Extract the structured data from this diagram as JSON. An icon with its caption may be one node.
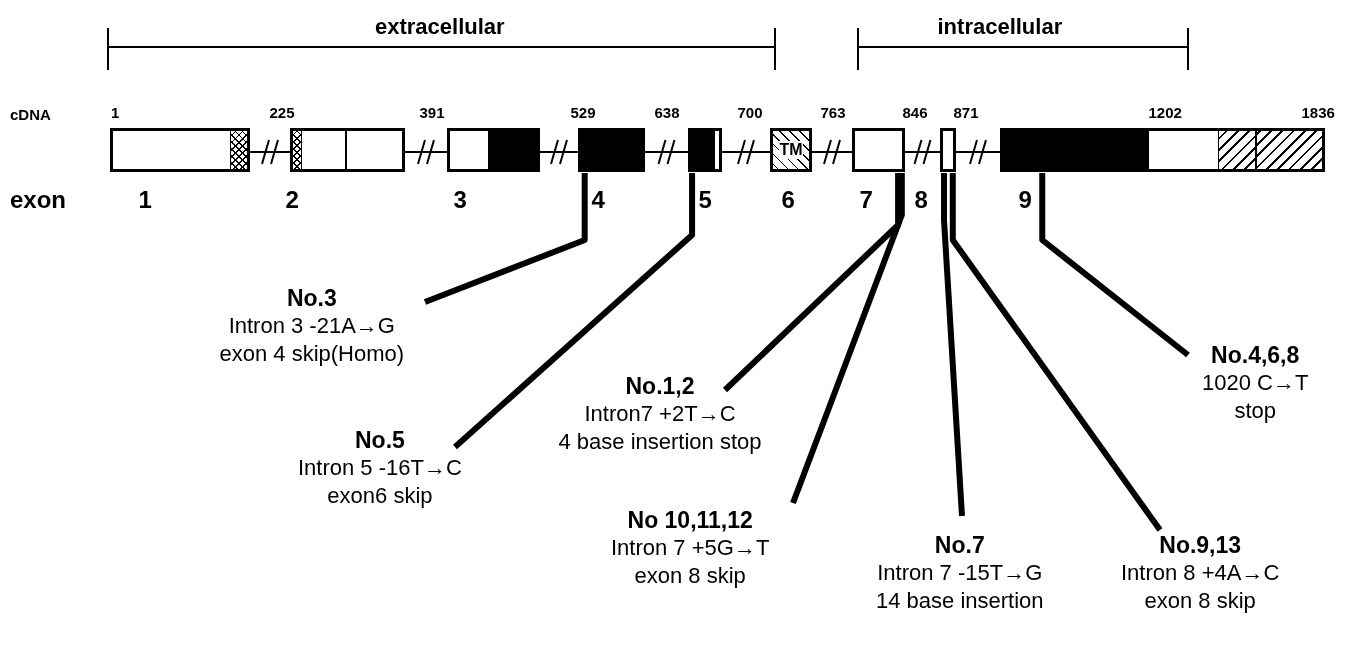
{
  "diagram": {
    "nodes": [
      {
        "text": [],
        "shape": "box",
        "beside": [
          "1"
        ]
      },
      {
        "text": [],
        "shape": "box",
        "beside": [
          "2"
        ]
      },
      {
        "text": [],
        "shape": "box",
        "beside": [
          "3"
        ]
      },
      {
        "text": [],
        "shape": "box",
        "beside": [
          "4"
        ]
      },
      {
        "text": [],
        "shape": "box",
        "beside": [
          "5"
        ]
      },
      {
        "text": [
          "TM"
        ],
        "beside": [
          "6"
        ]
      },
      {
        "text": [],
        "shape": "box",
        "beside": [
          "7"
        ]
      },
      {
        "text": [],
        "shape": "box",
        "beside": [
          "8"
        ]
      },
      {
        "text": [],
        "shape": "box",
        "beside": [
          "9"
        ]
      },
      {
        "text": [
          "No.3",
          "Intron 3 -21A→G",
          "exon 4 skip(Homo)"
        ]
      },
      {
        "text": [
          "No.5",
          "Intron 5 -16T→C",
          "exon6 skip"
        ]
      },
      {
        "text": [
          "No.1,2",
          "Intron7 +2T→C",
          "4 base insertion stop"
        ]
      },
      {
        "text": [
          "No 10,11,12",
          "Intron 7 +5G→T",
          "exon 8 skip"
        ]
      },
      {
        "text": [
          "No.7",
          "Intron 7 -15T→G",
          "14 base insertion"
        ]
      },
      {
        "text": [
          "No.9,13",
          "Intron 8 +4A→C",
          "exon 8 skip"
        ]
      },
      {
        "text": [
          "No.4,6,8",
          "1020 C→T",
          "stop"
        ]
      }
    ],
    "edges": [
      {
        "from": 9,
        "to": 3,
        "arrow": "none",
        "style": "thick"
      },
      {
        "from": 10,
        "to": 4,
        "arrow": "none",
        "style": "thick"
      },
      {
        "from": 11,
        "to": 6,
        "arrow": "none",
        "style": "thick"
      },
      {
        "from": 12,
        "to": 6,
        "arrow": "none",
        "style": "thick"
      },
      {
        "from": 13,
        "to": 7,
        "arrow": "none",
        "style": "thick"
      },
      {
        "from": 14,
        "to": 7,
        "arrow": "none",
        "style": "thick"
      },
      {
        "from": 15,
        "to": 8,
        "arrow": "none",
        "style": "thick"
      },
      {
        "from": 0,
        "to": 1,
        "arrow": "none"
      },
      {
        "from": 1,
        "to": 2,
        "arrow": "none"
      },
      {
        "from": 2,
        "to": 3,
        "arrow": "none"
      },
      {
        "from": 3,
        "to": 4,
        "arrow": "none"
      },
      {
        "from": 4,
        "to": 5,
        "arrow": "none"
      },
      {
        "from": 5,
        "to": 6,
        "arrow": "none"
      },
      {
        "from": 6,
        "to": 7,
        "arrow": "none"
      },
      {
        "from": 7,
        "to": 8,
        "arrow": "none"
      }
    ],
    "labels": [
      "extracellular",
      "intracellular",
      "cDNA",
      "1",
      "225",
      "391",
      "529",
      "638",
      "700",
      "763",
      "846",
      "871",
      "1202",
      "1836",
      "exon"
    ]
  }
}
